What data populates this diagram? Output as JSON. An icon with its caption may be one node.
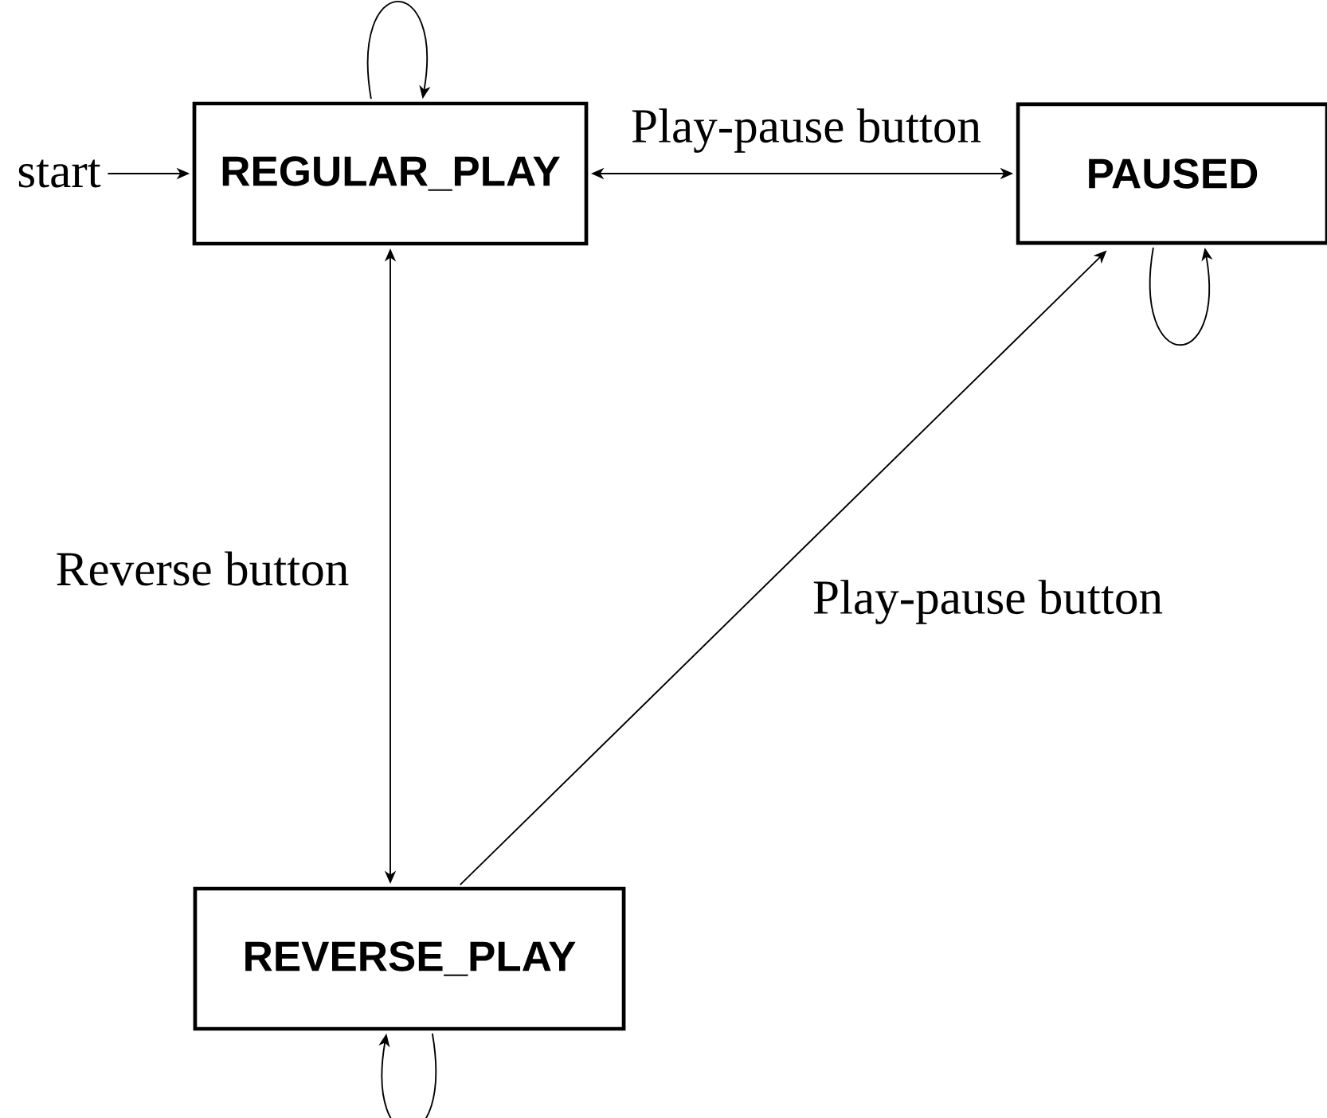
{
  "diagram": {
    "nodes": [
      {
        "text": [
          "start"
        ]
      },
      {
        "text": [
          "REGULAR_PLAY"
        ]
      },
      {
        "text": [
          "PAUSED"
        ]
      },
      {
        "text": [
          "REVERSE_PLAY"
        ]
      }
    ],
    "edges": [
      {
        "from": 0,
        "to": 1,
        "arrow": "to"
      },
      {
        "from": 1,
        "to": 1,
        "arrow": "to"
      },
      {
        "from": 1,
        "to": 2,
        "arrow": "both",
        "label": "Play-pause button"
      },
      {
        "from": 2,
        "to": 2,
        "arrow": "to"
      },
      {
        "from": 1,
        "to": 3,
        "arrow": "both",
        "label": "Reverse button"
      },
      {
        "from": 3,
        "to": 2,
        "arrow": "to",
        "label": "Play-pause button"
      },
      {
        "from": 3,
        "to": 3,
        "arrow": "to"
      }
    ]
  }
}
